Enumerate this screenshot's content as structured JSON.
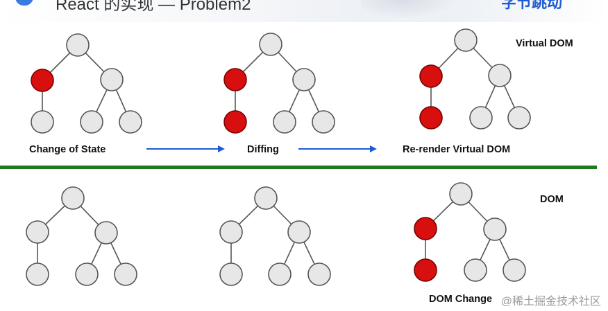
{
  "header": {
    "title": "React 的实现 — Problem2",
    "logo": "字节跳动"
  },
  "labels": {
    "virtual_dom": "Virtual DOM",
    "dom": "DOM",
    "change_of_state": "Change of State",
    "diffing": "Diffing",
    "rerender": "Re-render Virtual DOM",
    "dom_change": "DOM Change"
  },
  "colors": {
    "node_fill": "#e7e7e7",
    "changed_node_fill": "#d80f0f",
    "arrow": "#1f5bd1",
    "divider": "#1f7a1f"
  },
  "watermark": "@稀土掘金技术社区"
}
